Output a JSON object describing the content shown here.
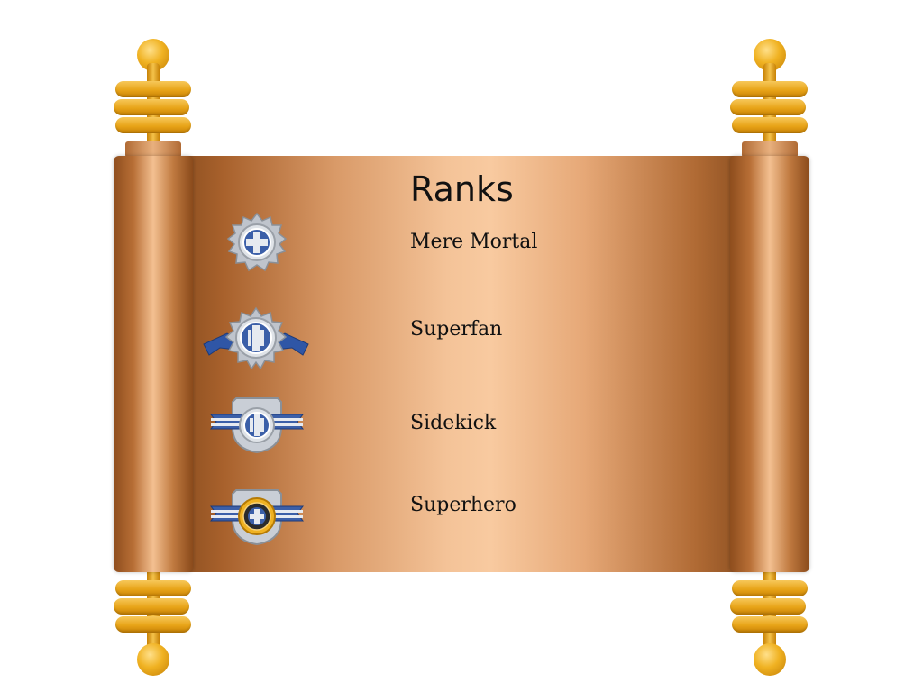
{
  "title": "Ranks",
  "ranks": [
    {
      "label": "Mere Mortal",
      "badge": "silver-star-badge-icon"
    },
    {
      "label": "Superfan",
      "badge": "silver-star-ribbon-badge-icon"
    },
    {
      "label": "Sidekick",
      "badge": "silver-shield-ribbon-badge-icon"
    },
    {
      "label": "Superhero",
      "badge": "gold-shield-ribbon-badge-icon"
    }
  ],
  "colors": {
    "parchment": "#f4c398",
    "roller": "#b86f36",
    "handle_gold": "#e8a418",
    "badge_blue": "#3b5fa8",
    "badge_silver": "#c9ced6"
  }
}
